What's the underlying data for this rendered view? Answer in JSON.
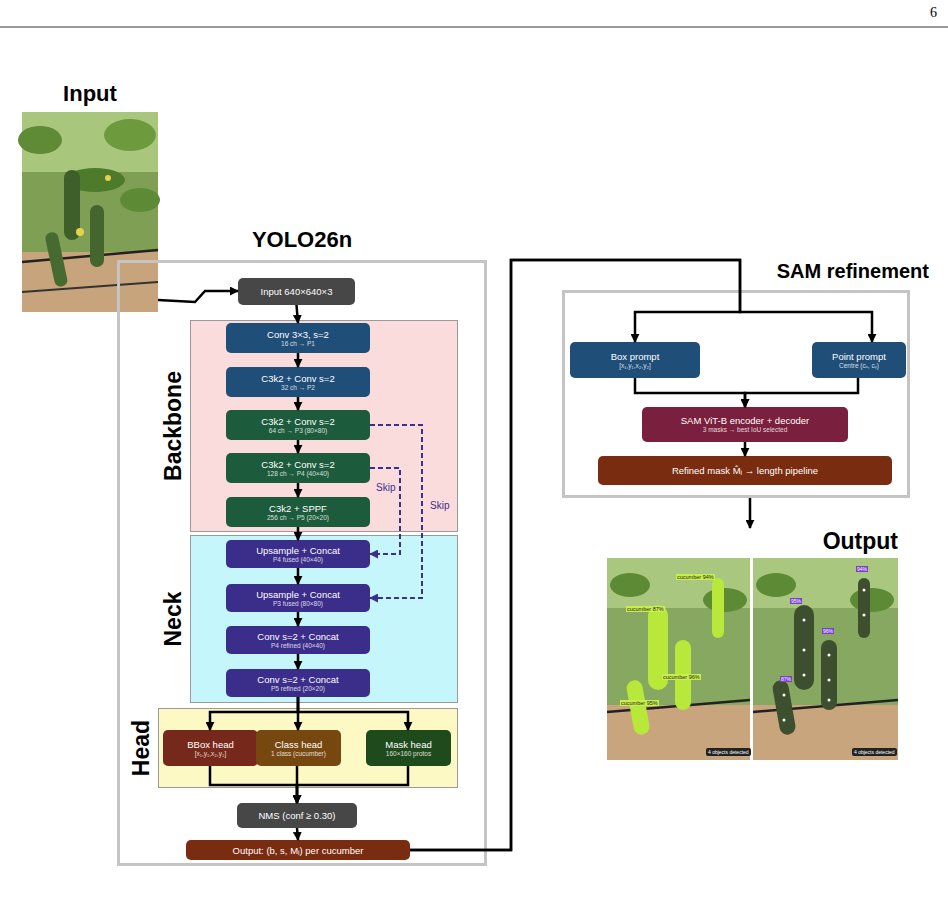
{
  "diagram": {
    "nodes": [
      {
        "text": [
          "Input"
        ]
      },
      {
        "text": [
          "YOLO26n"
        ]
      },
      {
        "text": [
          "Input 640×640×3"
        ],
        "in": 1
      },
      {
        "text": [
          "Backbone"
        ],
        "in": 1
      },
      {
        "text": [
          "Conv 3×3, s=2",
          "16 ch → P1"
        ],
        "in": 3
      },
      {
        "text": [
          "C3k2 + Conv s=2",
          "32 ch → P2"
        ],
        "in": 3
      },
      {
        "text": [
          "C3k2 + Conv s=2",
          "64 ch → P3 (80×80)"
        ],
        "in": 3
      },
      {
        "text": [
          "C3k2 + Conv s=2",
          "128 ch → P4 (40×40)"
        ],
        "in": 3
      },
      {
        "text": [
          "C3k2 + SPPF",
          "256 ch → P5 (20×20)"
        ],
        "in": 3
      },
      {
        "text": [
          "Neck"
        ],
        "in": 1
      },
      {
        "text": [
          "Upsample + Concat",
          "P4 fused (40×40)"
        ],
        "in": 9
      },
      {
        "text": [
          "Upsample + Concat",
          "P3 fused (80×80)"
        ],
        "in": 9
      },
      {
        "text": [
          "Conv s=2 + Concat",
          "P4 refined (40×40)"
        ],
        "in": 9
      },
      {
        "text": [
          "Conv s=2 + Concat",
          "P5 refined (20×20)"
        ],
        "in": 9
      },
      {
        "text": [
          "Head"
        ],
        "in": 1
      },
      {
        "text": [
          "BBox head",
          "[x₁,y₁,x₂,y₂]"
        ],
        "in": 14
      },
      {
        "text": [
          "Class head",
          "1 class (cucumber)"
        ],
        "in": 14
      },
      {
        "text": [
          "Mask head",
          "160×160 protos"
        ],
        "in": 14
      },
      {
        "text": [
          "NMS (conf ≥ 0.30)"
        ],
        "in": 1
      },
      {
        "text": [
          "Output: (b, s, Mᵢ) per cucumber"
        ],
        "in": 1
      },
      {
        "text": [
          "SAM refinement"
        ]
      },
      {
        "text": [
          "Box prompt",
          "[x₁,y₁,x₂,y₂]"
        ],
        "in": 20
      },
      {
        "text": [
          "Point prompt",
          "Centre (cₓ, cᵧ)"
        ],
        "in": 20
      },
      {
        "text": [
          "SAM ViT-B encoder + decoder",
          "3 masks → best IoU selected"
        ],
        "in": 20
      },
      {
        "text": [
          "Refined mask M̂ᵢ → length pipeline"
        ],
        "in": 20
      },
      {
        "text": [
          "Output"
        ]
      }
    ],
    "edges": [
      {
        "from": 0,
        "to": 2,
        "arrow": "to"
      },
      {
        "from": 2,
        "to": 4,
        "arrow": "to"
      },
      {
        "from": 4,
        "to": 5,
        "arrow": "to"
      },
      {
        "from": 5,
        "to": 6,
        "arrow": "to"
      },
      {
        "from": 6,
        "to": 7,
        "arrow": "to"
      },
      {
        "from": 7,
        "to": 8,
        "arrow": "to"
      },
      {
        "from": 8,
        "to": 10,
        "arrow": "to"
      },
      {
        "from": 10,
        "to": 11,
        "arrow": "to"
      },
      {
        "from": 11,
        "to": 12,
        "arrow": "to"
      },
      {
        "from": 12,
        "to": 13,
        "arrow": "to"
      },
      {
        "from": 6,
        "to": 11,
        "label": "Skip",
        "arrow": "to"
      },
      {
        "from": 7,
        "to": 10,
        "label": "Skip",
        "arrow": "to"
      },
      {
        "from": 13,
        "to": 15,
        "arrow": "to"
      },
      {
        "from": 13,
        "to": 16,
        "arrow": "to"
      },
      {
        "from": 13,
        "to": 17,
        "arrow": "to"
      },
      {
        "from": 15,
        "to": 18,
        "arrow": "to"
      },
      {
        "from": 16,
        "to": 18,
        "arrow": "to"
      },
      {
        "from": 17,
        "to": 18,
        "arrow": "to"
      },
      {
        "from": 18,
        "to": 19,
        "arrow": "to"
      },
      {
        "from": 19,
        "to": 21,
        "arrow": "to"
      },
      {
        "from": 19,
        "to": 22,
        "arrow": "to"
      },
      {
        "from": 21,
        "to": 23,
        "arrow": "to"
      },
      {
        "from": 22,
        "to": 23,
        "arrow": "to"
      },
      {
        "from": 23,
        "to": 24,
        "arrow": "to"
      },
      {
        "from": 20,
        "to": 25,
        "arrow": "to"
      }
    ],
    "labels": [
      "6",
      "cucumber 94%",
      "cucumber 87%",
      "cucumber 96%",
      "cucumber 95%",
      "4 objects detected",
      "94%",
      "87%",
      "96%",
      "95%",
      "4 objects detected"
    ]
  }
}
